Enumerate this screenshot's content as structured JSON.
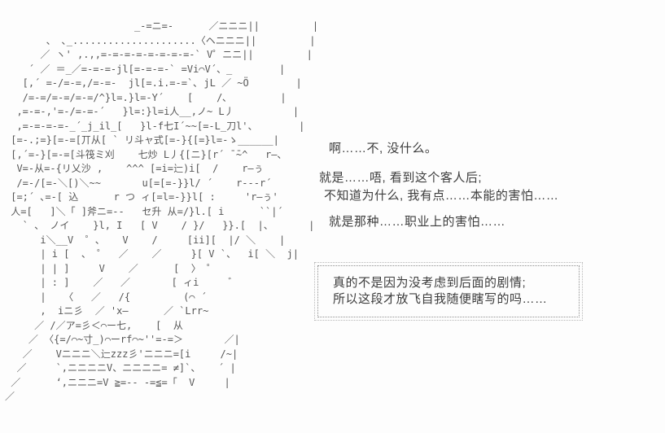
{
  "colors": {
    "background": "#fdfdfd",
    "art": "#575757",
    "dialogue": "#3d3d3d",
    "box_border": "#909090"
  },
  "ascii_art": {
    "description": "shift-jis style AA character portrait",
    "text": "                      _-=ニ=-      ／ニニニ||         |\n       、 ､_.....................〈ヘニニニ||         |\n      ／ ヽ' ,.,,=-=-=-=-=-=-=-=-` V゜ニニ||         |\n    ´ ／ ＝_／=-=-=-jl[=-=-=-` =Vi⌒V´、_        |\n   [,´ =-/=-=,/=-=-  jl[=.i.=-=`､ jL ／ ~Ö        |\n   /=-=/=-=/=-=/^}l=.}l=-Y´    [    /､         |\n  ,=-=-,'=-/=-=-´   }l=:}l=i人__,ノ~ L丿          |\n  ,=-=-=-=-_´_j_il_[   }l-f七I´~~[=-L_刀l'、       |\n [=-.;=}[=-=[丌从[ ` リ斗ャ式[=-}{[=}l=-ゝ______|\n [,´=-}[=-=[斗筏ミ刈    七炒 L丿{[ニ}[r´ ̄ ̄~^   r—、\n  V=-从=-{リ乂沙 ,    ^^^ [=i=辷)i[  /    r—ぅ\n  /=-/[=-＼[)＼~~       u[=[=-}}l/ ´    r---r´\n [=;´ ､=-[ 込      r つ ィ[=l=-}}l[ :     'r—ぅ'\n 人=[   ]＼「 ]斧ニ=--   セ升 从=/}l.[ i      ``|´\n   ` 、 ノイ    }l, I   [ V    / }/   }}.[  |、      |\n      i＼__V  ゜、   V    /     [ii][  |/ ＼    |\n      | i [  、 ゜  ／    ／     }[ V `、  i[ ＼  j|\n      | | ]     V    ／      [  〉 ゜\n      | : ]    ／   ／       [ ィi     ゛\n      |   〈   ／   /{         (⌒ ´\n      ,  iニ彡  ／ 'x—      ／ `Lrr~\n     ／ /／ア=彡＜⌒ー七,    [  从\n    ／ 〈{=/⌒~寸_)⌒ーrf⌒~''=-=＞       ／|\n   ／    Vニニニ＼辷zzz彡'ニニニ=[i     /~|\n  ／     `,ニニニニV、ニニニニ= ≠]`、   ´ |\n ／      ‘,ニニニ=V ≧=-- -=≦=「  V     |\n／"
  },
  "dialogue": [
    {
      "text": "啊……不, 没什么。"
    },
    {
      "text": "就是……唔, 看到这个客人后;"
    },
    {
      "text": "不知道为什么, 我有点……本能的害怕……"
    },
    {
      "text": "就是那种……职业上的害怕……"
    }
  ],
  "meta_box": {
    "line1": "真的不是因为没考虑到后面的剧情;",
    "line2": "所以这段才放飞自我随便瞎写的吗……"
  }
}
